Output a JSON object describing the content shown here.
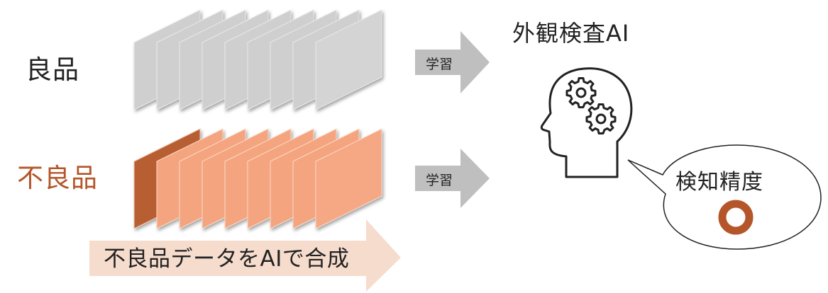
{
  "labels": {
    "good": "良品",
    "defective": "不良品",
    "ai_title": "外観検査AI",
    "learn_top": "学習",
    "learn_bottom": "学習",
    "synthesize": "不良品データをAIで合成",
    "detection": "検知精度"
  },
  "icons": {
    "head": "head-with-gears-icon",
    "result": "circle-mark-icon"
  },
  "colors": {
    "good_card": "#cfcfcf",
    "defective_card": "#f4a57f",
    "defective_dark": "#b75f33",
    "learn_arrow": "#bfbfbf",
    "synth_arrow": "#f6dccd",
    "result_mark": "#b4562a"
  }
}
